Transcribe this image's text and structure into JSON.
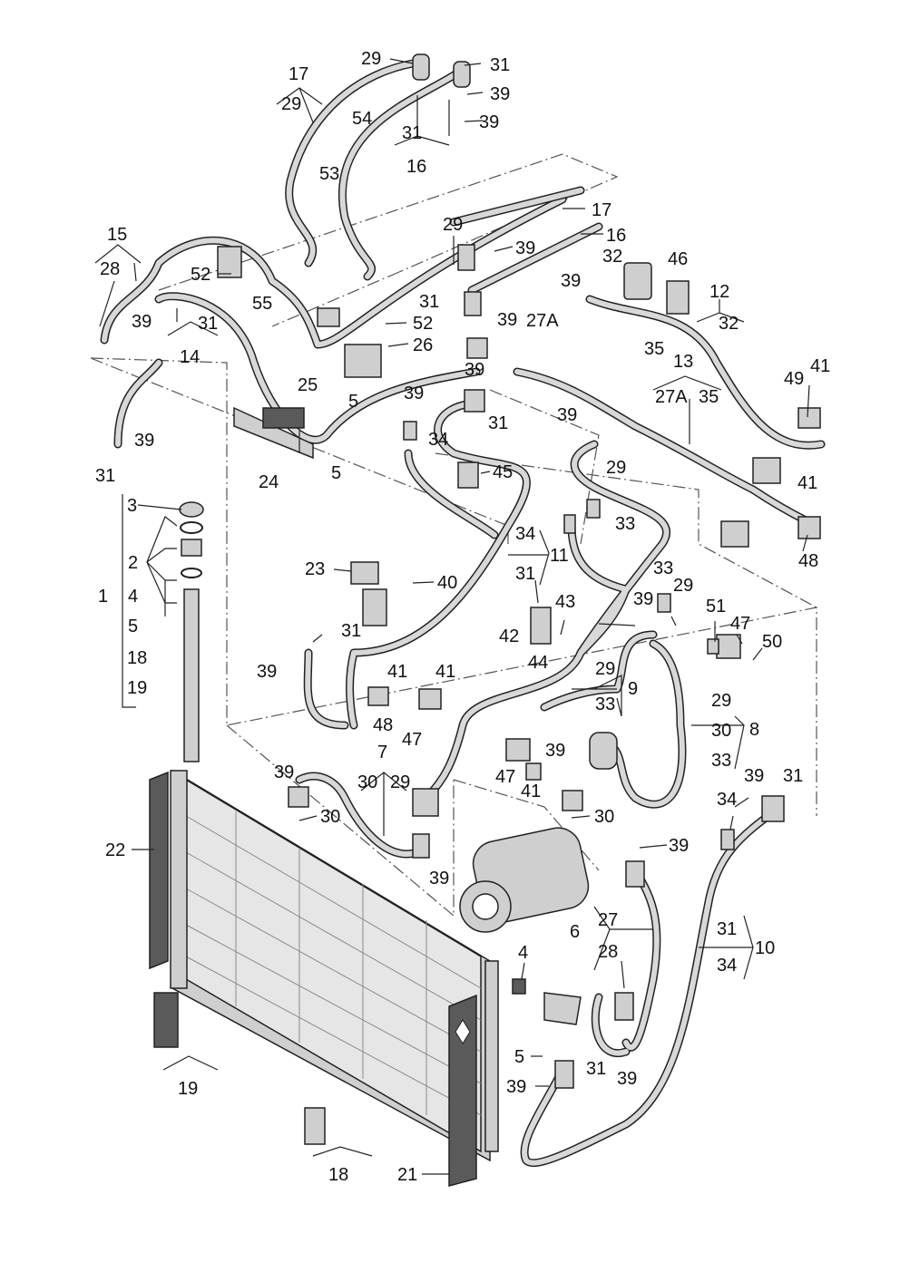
{
  "callouts": [
    {
      "id": "c1",
      "text": "29"
    },
    {
      "id": "c2",
      "text": "31"
    },
    {
      "id": "c3",
      "text": "17"
    },
    {
      "id": "c4",
      "text": "29"
    },
    {
      "id": "c5",
      "text": "39"
    },
    {
      "id": "c6",
      "text": "54"
    },
    {
      "id": "c7",
      "text": "39"
    },
    {
      "id": "c8",
      "text": "31"
    },
    {
      "id": "c9",
      "text": "16"
    },
    {
      "id": "c10",
      "text": "53"
    },
    {
      "id": "c11",
      "text": "17"
    },
    {
      "id": "c12",
      "text": "29"
    },
    {
      "id": "c13",
      "text": "16"
    },
    {
      "id": "c14",
      "text": "39"
    },
    {
      "id": "c15",
      "text": "15"
    },
    {
      "id": "c16",
      "text": "28"
    },
    {
      "id": "c17",
      "text": "52"
    },
    {
      "id": "c18",
      "text": "55"
    },
    {
      "id": "c19",
      "text": "32"
    },
    {
      "id": "c20",
      "text": "46"
    },
    {
      "id": "c21",
      "text": "39"
    },
    {
      "id": "c22",
      "text": "31"
    },
    {
      "id": "c23",
      "text": "39"
    },
    {
      "id": "c24",
      "text": "12"
    },
    {
      "id": "c25",
      "text": "32"
    },
    {
      "id": "c26",
      "text": "39"
    },
    {
      "id": "c27",
      "text": "31"
    },
    {
      "id": "c28",
      "text": "14"
    },
    {
      "id": "c29",
      "text": "52"
    },
    {
      "id": "c30",
      "text": "27A"
    },
    {
      "id": "c31",
      "text": "35"
    },
    {
      "id": "c32",
      "text": "26"
    },
    {
      "id": "c33",
      "text": "39"
    },
    {
      "id": "c34",
      "text": "13"
    },
    {
      "id": "c35",
      "text": "27A"
    },
    {
      "id": "c36",
      "text": "35"
    },
    {
      "id": "c37",
      "text": "49"
    },
    {
      "id": "c38",
      "text": "41"
    },
    {
      "id": "c39",
      "text": "25"
    },
    {
      "id": "c40",
      "text": "5"
    },
    {
      "id": "c41",
      "text": "39"
    },
    {
      "id": "c42",
      "text": "31"
    },
    {
      "id": "c43",
      "text": "39"
    },
    {
      "id": "c44",
      "text": "34"
    },
    {
      "id": "c45",
      "text": "39"
    },
    {
      "id": "c46",
      "text": "31"
    },
    {
      "id": "c47",
      "text": "29"
    },
    {
      "id": "c48",
      "text": "45"
    },
    {
      "id": "c49",
      "text": "24"
    },
    {
      "id": "c50",
      "text": "5"
    },
    {
      "id": "c51",
      "text": "41"
    },
    {
      "id": "c52",
      "text": "3"
    },
    {
      "id": "c53",
      "text": "33"
    },
    {
      "id": "c54",
      "text": "34"
    },
    {
      "id": "c55",
      "text": "11"
    },
    {
      "id": "c56",
      "text": "31"
    },
    {
      "id": "c57",
      "text": "48"
    },
    {
      "id": "c58",
      "text": "2"
    },
    {
      "id": "c59",
      "text": "23"
    },
    {
      "id": "c60",
      "text": "40"
    },
    {
      "id": "c61",
      "text": "33"
    },
    {
      "id": "c62",
      "text": "29"
    },
    {
      "id": "c63",
      "text": "1"
    },
    {
      "id": "c64",
      "text": "4"
    },
    {
      "id": "c65",
      "text": "43"
    },
    {
      "id": "c66",
      "text": "39"
    },
    {
      "id": "c67",
      "text": "51"
    },
    {
      "id": "c68",
      "text": "47"
    },
    {
      "id": "c69",
      "text": "5"
    },
    {
      "id": "c70",
      "text": "31"
    },
    {
      "id": "c71",
      "text": "42"
    },
    {
      "id": "c72",
      "text": "50"
    },
    {
      "id": "c73",
      "text": "18"
    },
    {
      "id": "c74",
      "text": "39"
    },
    {
      "id": "c75",
      "text": "44"
    },
    {
      "id": "c76",
      "text": "41"
    },
    {
      "id": "c77",
      "text": "41"
    },
    {
      "id": "c78",
      "text": "29"
    },
    {
      "id": "c79",
      "text": "19"
    },
    {
      "id": "c80",
      "text": "9"
    },
    {
      "id": "c81",
      "text": "33"
    },
    {
      "id": "c82",
      "text": "29"
    },
    {
      "id": "c83",
      "text": "48"
    },
    {
      "id": "c84",
      "text": "47"
    },
    {
      "id": "c85",
      "text": "30"
    },
    {
      "id": "c86",
      "text": "8"
    },
    {
      "id": "c87",
      "text": "33"
    },
    {
      "id": "c88",
      "text": "7"
    },
    {
      "id": "c89",
      "text": "39"
    },
    {
      "id": "c90",
      "text": "47"
    },
    {
      "id": "c91",
      "text": "41"
    },
    {
      "id": "c92",
      "text": "39"
    },
    {
      "id": "c93",
      "text": "30"
    },
    {
      "id": "c94",
      "text": "29"
    },
    {
      "id": "c95",
      "text": "39"
    },
    {
      "id": "c96",
      "text": "31"
    },
    {
      "id": "c97",
      "text": "34"
    },
    {
      "id": "c98",
      "text": "22"
    },
    {
      "id": "c99",
      "text": "30"
    },
    {
      "id": "c100",
      "text": "30"
    },
    {
      "id": "c101",
      "text": "39"
    },
    {
      "id": "c102",
      "text": "39"
    },
    {
      "id": "c103",
      "text": "27"
    },
    {
      "id": "c104",
      "text": "6"
    },
    {
      "id": "c105",
      "text": "31"
    },
    {
      "id": "c106",
      "text": "10"
    },
    {
      "id": "c107",
      "text": "34"
    },
    {
      "id": "c108",
      "text": "4"
    },
    {
      "id": "c109",
      "text": "28"
    },
    {
      "id": "c110",
      "text": "5"
    },
    {
      "id": "c111",
      "text": "31"
    },
    {
      "id": "c112",
      "text": "39"
    },
    {
      "id": "c113",
      "text": "39"
    },
    {
      "id": "c114",
      "text": "19"
    },
    {
      "id": "c115",
      "text": "18"
    },
    {
      "id": "c116",
      "text": "21"
    }
  ]
}
